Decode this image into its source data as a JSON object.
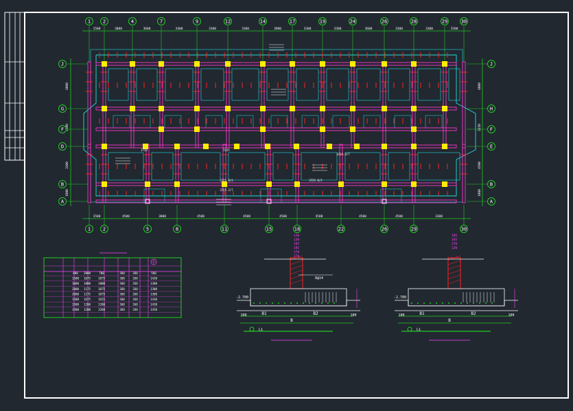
{
  "colors": {
    "background": "#212830",
    "frame": "#ffffff",
    "axis": "#22cc22",
    "dim": "#22cc22",
    "beam": "#ff33cc",
    "wall": "#22dddd",
    "column": "#ffee00",
    "rebar": "#ff2222",
    "table": "#ff44ff",
    "text": "#ffffff"
  },
  "grid_top": [
    "1",
    "2",
    "4",
    "7",
    "9",
    "12",
    "14",
    "17",
    "19",
    "24",
    "26",
    "28",
    "29",
    "30"
  ],
  "grid_bottom": [
    "1",
    "2",
    "5",
    "8",
    "11",
    "15",
    "18",
    "22",
    "26",
    "29",
    "30"
  ],
  "grid_left": [
    "J",
    "G",
    "F",
    "D",
    "B",
    "A"
  ],
  "grid_right": [
    "J",
    "H",
    "F",
    "E",
    "B",
    "A"
  ],
  "dims_top": [
    "1500",
    "3000",
    "3600",
    "2400",
    "3300",
    "3300",
    "3900",
    "3300",
    "3300",
    "3600",
    "3300",
    "3300",
    "1500"
  ],
  "dims_bottom": [
    "1500",
    "4500",
    "3000",
    "4500",
    "4500",
    "4500",
    "4500",
    "4500",
    "4500",
    "3300",
    "1500"
  ],
  "dims_left": [
    "4800",
    "2100",
    "3300",
    "1800"
  ],
  "dims_right": [
    "4800",
    "2250",
    "4500",
    "1800"
  ],
  "plan_notes": [
    "3725",
    "7425",
    "3725 8/2",
    "3725 2/7",
    "2725 3/7",
    "3725 8/2"
  ],
  "table_header": "①",
  "table_rows": [
    [
      "800",
      "2000",
      "700",
      "360",
      "260",
      "560"
    ],
    [
      "1500",
      "1675",
      "1075",
      "360",
      "260",
      "1430"
    ],
    [
      "1000",
      "1000",
      "1000",
      "360",
      "260",
      "1300"
    ],
    [
      "2000",
      "1175",
      "1075",
      "360",
      "260",
      "1300"
    ],
    [
      "2000",
      "1175",
      "1075",
      "360",
      "260",
      "1300"
    ],
    [
      "1500",
      "1675",
      "1625",
      "360",
      "260",
      "1430"
    ],
    [
      "1500",
      "1200",
      "1200",
      "360",
      "260",
      "1430"
    ],
    [
      "1500",
      "1200",
      "1260",
      "360",
      "260",
      "1430"
    ]
  ],
  "section1": {
    "elev": "-2.700",
    "top_dims": [
      "120",
      "130",
      "185",
      "185",
      "370",
      "370"
    ],
    "rebar": "8@14",
    "labels": [
      "B1",
      "B2",
      "B",
      "L1"
    ],
    "side": [
      "100",
      "100"
    ]
  },
  "section2": {
    "elev": "-2.700",
    "top_dims": [
      "185",
      "185",
      "370",
      "120"
    ],
    "labels": [
      "B1",
      "B2",
      "B",
      "L1"
    ],
    "side": [
      "100",
      "100"
    ]
  }
}
